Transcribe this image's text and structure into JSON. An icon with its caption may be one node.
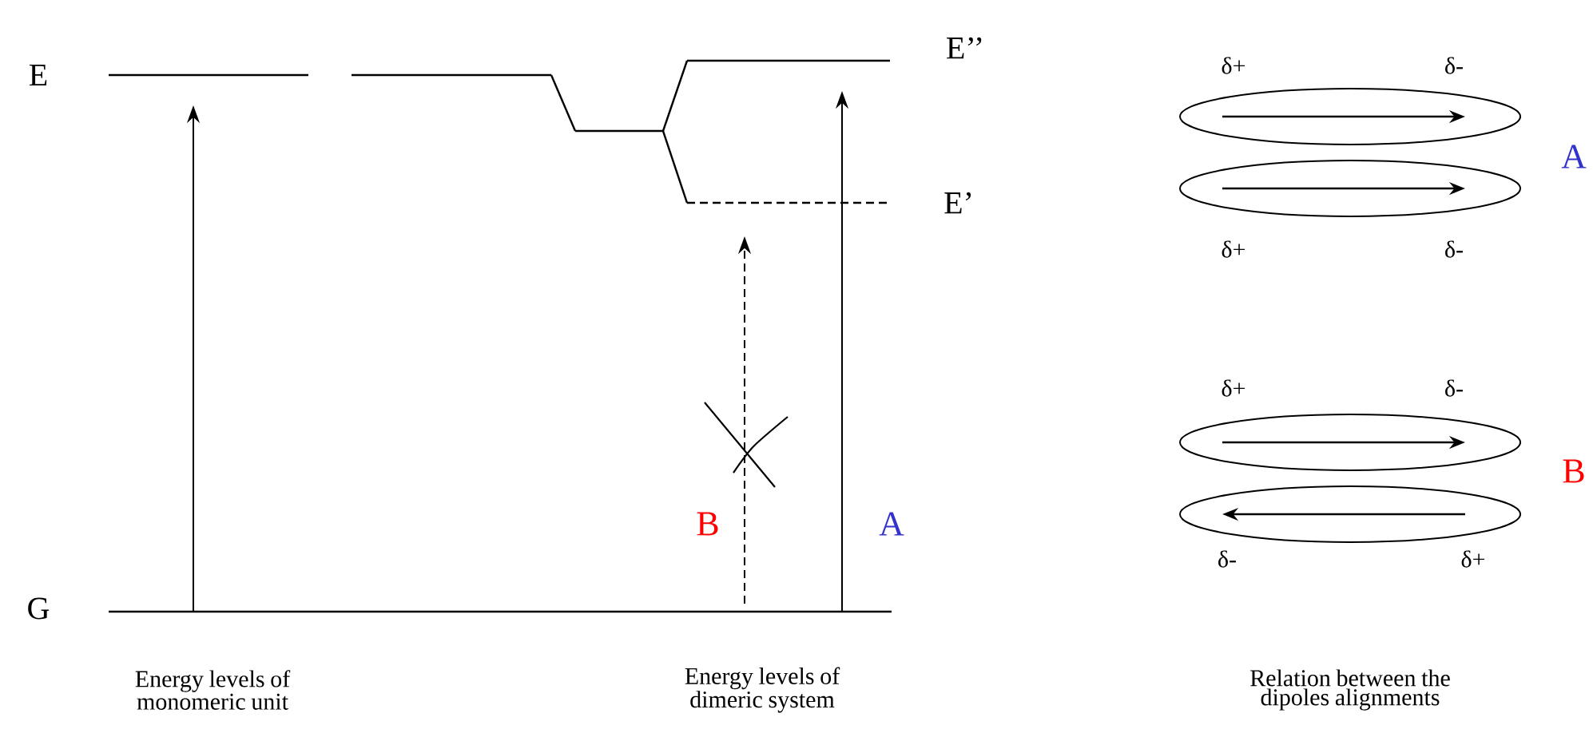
{
  "diagram": {
    "nodes": [
      {
        "text": [],
        "shape": "bar",
        "beside": [
          "G"
        ]
      },
      {
        "text": [],
        "shape": "bar",
        "beside": [
          "E"
        ]
      },
      {
        "text": [],
        "shape": "bar"
      },
      {
        "text": [],
        "shape": "bar"
      },
      {
        "text": [],
        "shape": "bar",
        "beside": [
          "E’’"
        ]
      },
      {
        "text": [],
        "shape": "bar",
        "beside": [
          "E’"
        ]
      },
      {
        "text": [],
        "shape": "ellipse",
        "beside": [
          "δ+",
          "δ-"
        ]
      },
      {
        "text": [],
        "shape": "ellipse",
        "beside": [
          "δ+",
          "δ-"
        ]
      },
      {
        "text": [],
        "shape": "ellipse",
        "beside": [
          "δ+",
          "δ-"
        ]
      },
      {
        "text": [],
        "shape": "ellipse",
        "beside": [
          "δ-",
          "δ+"
        ]
      }
    ],
    "edges": [
      {
        "from": 2,
        "to": 3,
        "arrow": "none"
      },
      {
        "from": 3,
        "to": 4,
        "arrow": "none"
      },
      {
        "from": 3,
        "to": 5,
        "arrow": "none"
      },
      {
        "from": 0,
        "to": 1,
        "arrow": "to"
      },
      {
        "from": 0,
        "to": 5,
        "arrow": "to",
        "style": "dashed",
        "label": "B"
      },
      {
        "from": 0,
        "to": 4,
        "arrow": "to",
        "label": "A"
      }
    ],
    "labels": [
      "A",
      "B",
      "Energy levels of monomeric unit",
      "Energy levels of dimeric system",
      "Relation between the dipoles alignments"
    ]
  }
}
